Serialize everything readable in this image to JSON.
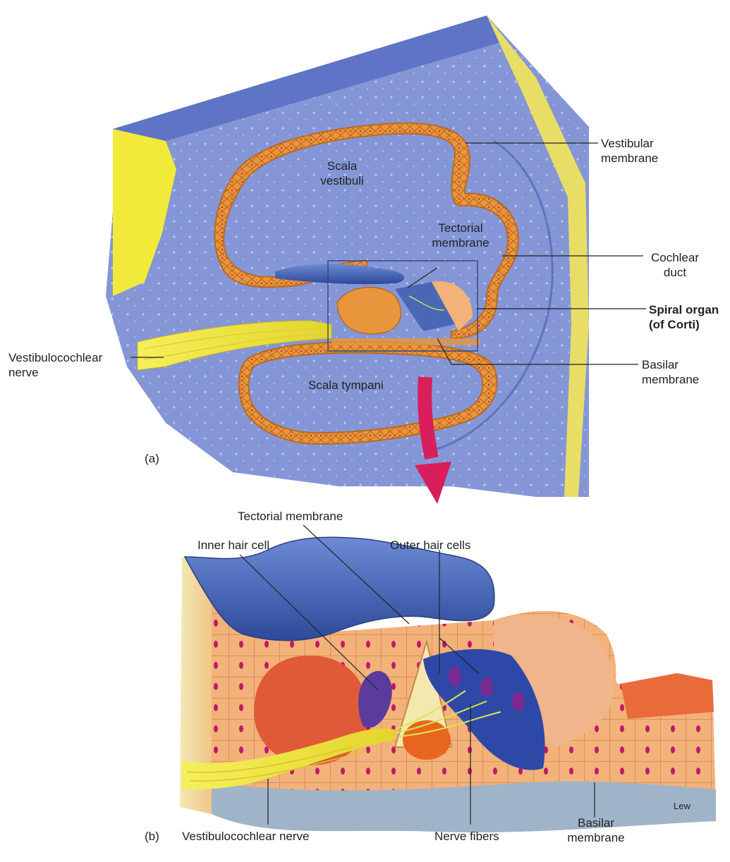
{
  "panel_a": {
    "letter": "(a)",
    "scala_vestibuli": {
      "line1": "Scala",
      "line2": "vestibuli"
    },
    "scala_tympani": "Scala tympani",
    "tectorial_membrane": {
      "line1": "Tectorial",
      "line2": "membrane"
    },
    "vestibular_membrane": {
      "line1": "Vestibular",
      "line2": "membrane"
    },
    "cochlear_duct": {
      "line1": "Cochlear",
      "line2": "duct"
    },
    "spiral_organ": {
      "line1": "Spiral organ",
      "line2": "(of Corti)"
    },
    "basilar_membrane": {
      "line1": "Basilar",
      "line2": "membrane"
    },
    "vestibulocochlear_nerve": {
      "line1": "Vestibulocochlear",
      "line2": "nerve"
    }
  },
  "panel_b": {
    "letter": "(b)",
    "tectorial_membrane": "Tectorial membrane",
    "inner_hair_cell": "Inner hair cell",
    "outer_hair_cells": "Outer hair cells",
    "vestibulocochlear_nerve": "Vestibulocochlear nerve",
    "nerve_fibers": "Nerve fibers",
    "basilar_membrane": {
      "line1": "Basilar",
      "line2": "membrane"
    }
  },
  "signature": "Lew",
  "colors": {
    "bone": "#7f90d4",
    "duct_wall": "#e8963c",
    "nerve": "#f2ea3a",
    "tectorial": "#3f5fb0",
    "arrow": "#d81e5b",
    "hair_cell": "#5b3c9c"
  }
}
